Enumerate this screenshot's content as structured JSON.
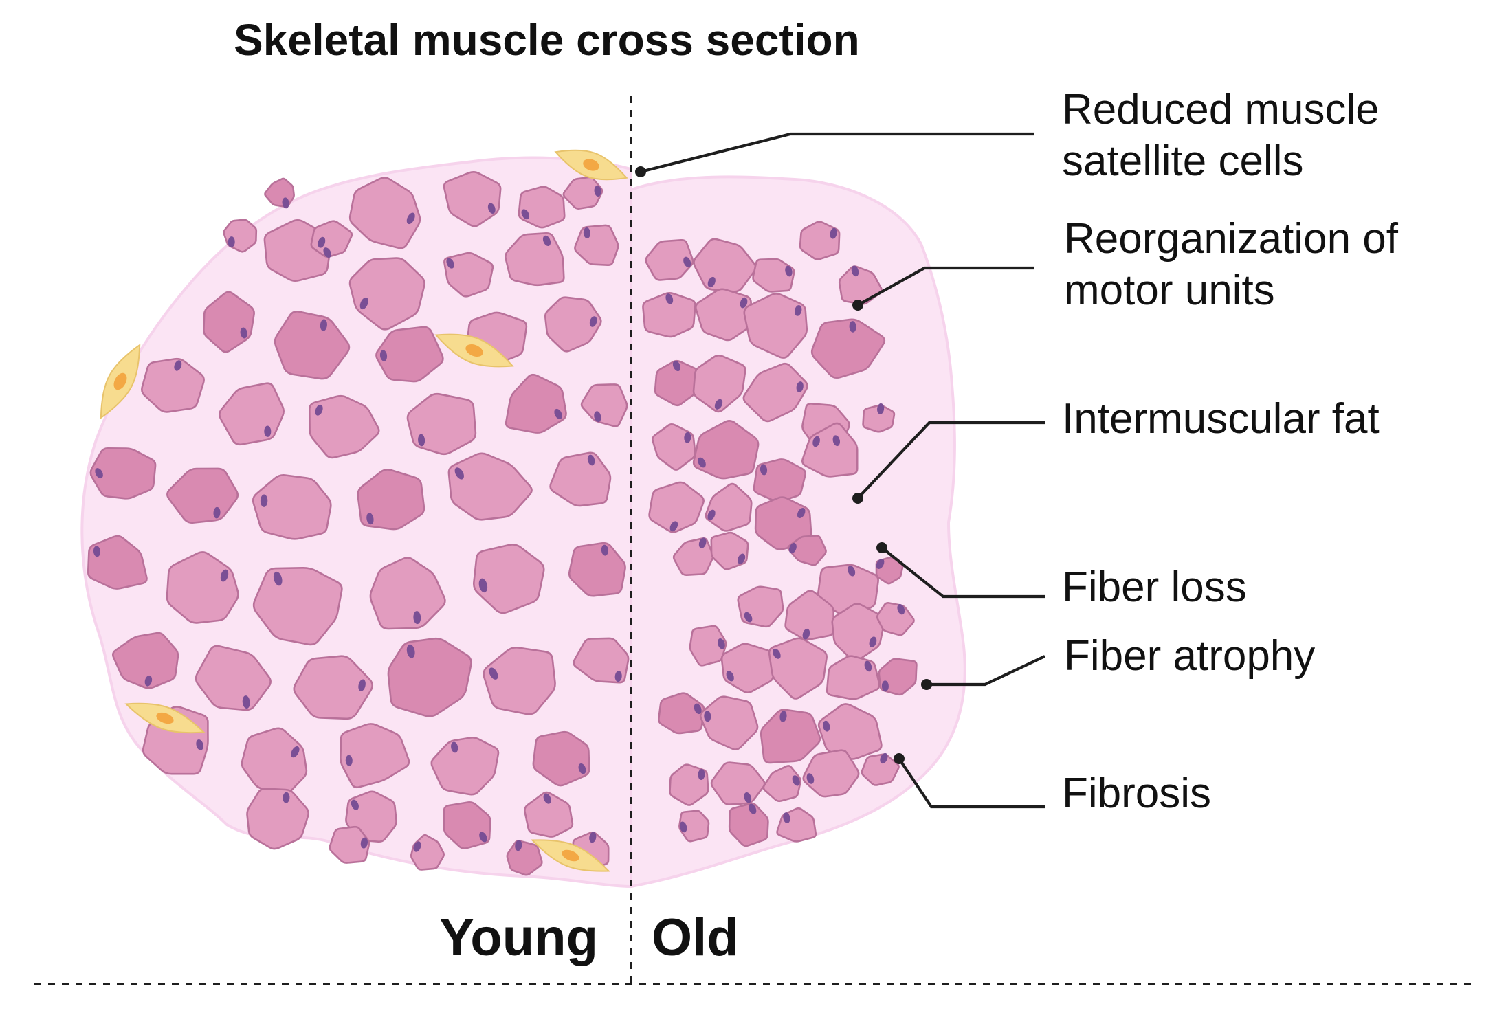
{
  "title": "Skeletal muscle cross section",
  "panels": {
    "young": "Young",
    "old": "Old"
  },
  "annotations": [
    {
      "id": "satellite-cells",
      "lines": [
        "Reduced muscle",
        "satellite cells"
      ]
    },
    {
      "id": "motor-units",
      "lines": [
        "Reorganization of",
        "motor units"
      ]
    },
    {
      "id": "intermuscular-fat",
      "lines": [
        "Intermuscular fat"
      ]
    },
    {
      "id": "fiber-loss",
      "lines": [
        "Fiber loss"
      ]
    },
    {
      "id": "fiber-atrophy",
      "lines": [
        "Fiber atrophy"
      ]
    },
    {
      "id": "fibrosis",
      "lines": [
        "Fibrosis"
      ]
    }
  ],
  "colors": {
    "tissue_background": "#fbe4f4",
    "tissue_outline": "#f6d3ec",
    "muscle_fiber": "#e29cbf",
    "muscle_fiber_outline": "#b9719a",
    "nucleus": "#7a4f95",
    "satellite_cell": "#f7dc8f",
    "satellite_nucleus": "#f3a844",
    "leader_line": "#1e1e1e"
  },
  "icons": [
    "muscle-fiber-icon",
    "nucleus-icon",
    "satellite-cell-icon"
  ]
}
